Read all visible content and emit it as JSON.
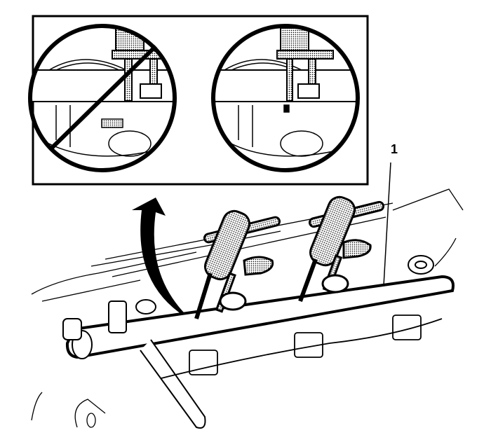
{
  "diagram": {
    "type": "service-illustration",
    "subject": "fuel rail with injector removal tools",
    "colors": {
      "line": "#000000",
      "background": "#ffffff",
      "stipple": "#000000"
    },
    "inset": {
      "panels": [
        {
          "id": "incorrect",
          "prohibited": true,
          "symbol": "no-entry-slash"
        },
        {
          "id": "correct",
          "prohibited": false
        }
      ]
    },
    "callouts": [
      {
        "label": "1",
        "target": "fuel-rail"
      }
    ],
    "arrow": {
      "direction": "up",
      "meaning": "detail-view-reference"
    }
  }
}
